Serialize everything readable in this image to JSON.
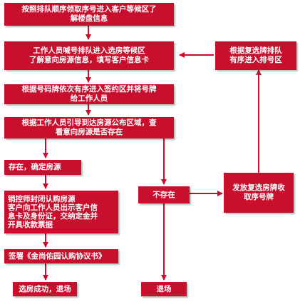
{
  "flowchart": {
    "accent_color": "#c8102e",
    "nodes": {
      "step1": "按照排队顺序领取序号进入客户等候区了\n解楼盘信息",
      "step2": "工作人员喊号排队进入选房等候区\n了解意向房源信息，填写客户信息卡",
      "step3": "根据号码牌依次有序进入签约区并将号牌\n给工作人员",
      "step4": "根据工作人员引导到达房源公布区域，查\n看意向房源是否存在",
      "exists": "存在，确定房源",
      "not_exists": "不存在",
      "sign_up": "销控师封闭认购房源\n客户向工作人员出示客户信\n息卡及身份证，交纳定金并\n开具收款票据",
      "contract": "签署《金尚佑园认购协议书》",
      "success": "选房成功，退场",
      "exit": "退场",
      "reissue": "发放复选房牌收\n取序号牌",
      "requeue": "根据复选牌排队\n有序进入排号区"
    }
  }
}
